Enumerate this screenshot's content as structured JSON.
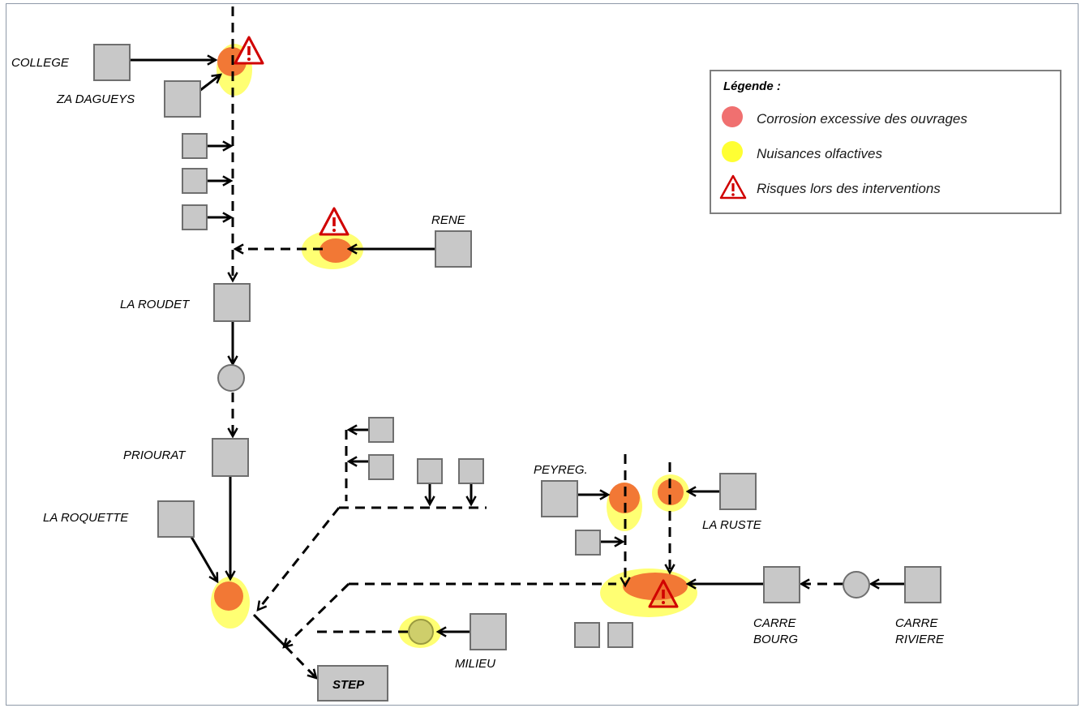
{
  "legend": {
    "title": "Légende :",
    "items": [
      {
        "label": "Corrosion excessive des ouvrages",
        "color": "#f07070",
        "icon": "red-circle"
      },
      {
        "label": "Nuisances olfactives",
        "color": "#ffff33",
        "icon": "yellow-circle"
      },
      {
        "label": "Risques lors des interventions",
        "color": "#cc0000",
        "icon": "warning-triangle"
      }
    ]
  },
  "nodes": {
    "college": "COLLEGE",
    "za_dagueys": "ZA DAGUEYS",
    "rene": "RENE",
    "la_roudet": "LA ROUDET",
    "priourat": "PRIOURAT",
    "la_roquette": "LA ROQUETTE",
    "step": "STEP",
    "milieu": "MILIEU",
    "peyreg": "PEYREG.",
    "la_ruste": "LA RUSTE",
    "carre_bourg_1": "CARRE",
    "carre_bourg_2": "BOURG",
    "carre_riviere_1": "CARRE",
    "carre_riviere_2": "RIVIERE"
  }
}
